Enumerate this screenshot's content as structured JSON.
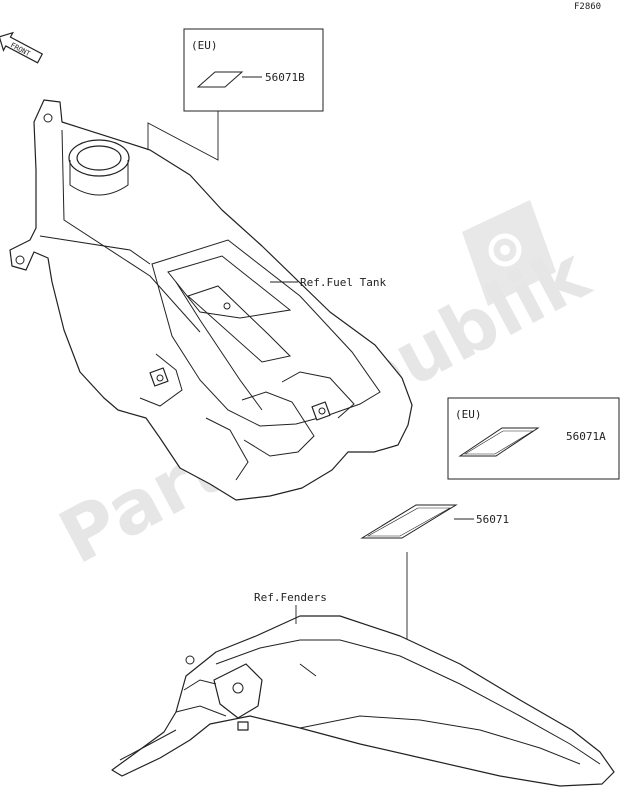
{
  "figure_code": "F2860",
  "front_arrow_label": "FRONT",
  "watermark_text": "PartsRepublik",
  "colors": {
    "line": "#222222",
    "watermark": "#e6e6e6",
    "background": "#ffffff"
  },
  "callouts": {
    "ref_fuel_tank": "Ref.Fuel Tank",
    "ref_fenders": "Ref.Fenders",
    "part_56071": "56071"
  },
  "eu_boxes": {
    "top": {
      "region": "(EU)",
      "part": "56071B"
    },
    "right": {
      "region": "(EU)",
      "part": "56071A"
    }
  },
  "icons": [
    "front-arrow-icon",
    "gear-icon"
  ]
}
